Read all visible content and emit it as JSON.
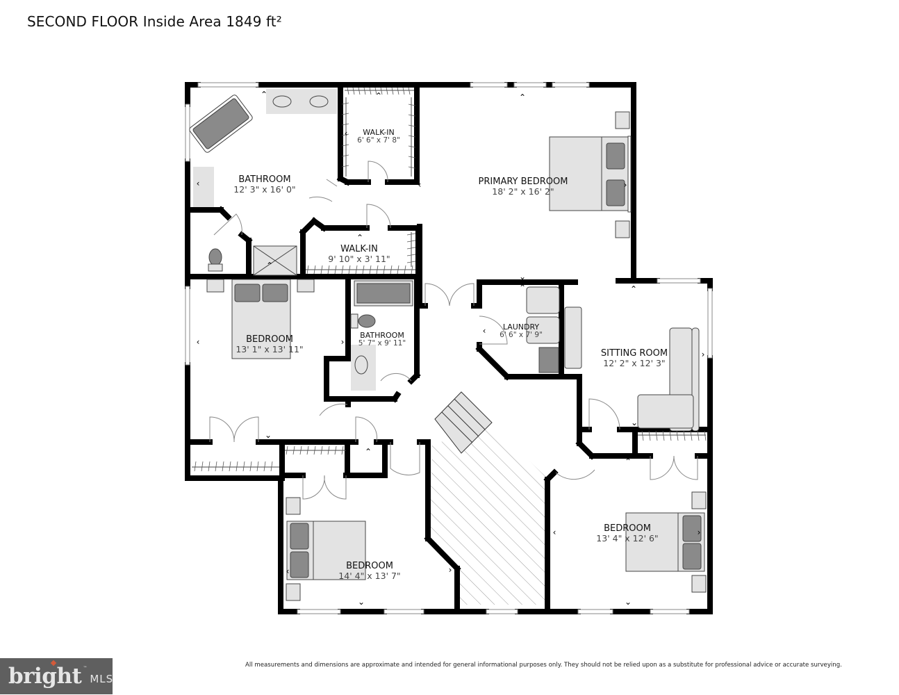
{
  "header": {
    "title": "SECOND FLOOR Inside Area 1849 ft²"
  },
  "rooms": [
    {
      "id": "bathroom-primary",
      "name": "BATHROOM",
      "dimensions": "12' 3\" x 16' 0\""
    },
    {
      "id": "walk-in-1",
      "name": "WALK-IN",
      "dimensions": "6' 6\" x 7' 8\""
    },
    {
      "id": "primary-bedroom",
      "name": "PRIMARY BEDROOM",
      "dimensions": "18' 2\" x 16' 2\""
    },
    {
      "id": "walk-in-2",
      "name": "WALK-IN",
      "dimensions": "9' 10\" x 3' 11\""
    },
    {
      "id": "bedroom-1",
      "name": "BEDROOM",
      "dimensions": "13' 1\" x 13' 11\""
    },
    {
      "id": "bathroom-2",
      "name": "BATHROOM",
      "dimensions": "5' 7\" x 9' 11\""
    },
    {
      "id": "laundry",
      "name": "LAUNDRY",
      "dimensions": "6' 6\" x 7' 9\""
    },
    {
      "id": "sitting-room",
      "name": "SITTING ROOM",
      "dimensions": "12' 2\" x 12' 3\""
    },
    {
      "id": "bedroom-2",
      "name": "BEDROOM",
      "dimensions": "14' 4\" x 13' 7\""
    },
    {
      "id": "bedroom-3",
      "name": "BEDROOM",
      "dimensions": "13' 4\" x 12' 6\""
    }
  ],
  "colors": {
    "wall": "#000000",
    "fixture_fill": "#e3e3e3",
    "fixture_dark": "#8a8a8a",
    "hatch": "#9a9a9a",
    "logo_bg": "#5f5f5f",
    "logo_accent": "#d35a3a"
  },
  "footer": {
    "logo": {
      "word": "bright",
      "tm": "™",
      "suffix": "MLS"
    },
    "disclaimer": "All measurements and dimensions are approximate and intended for general informational purposes only. They should not be relied upon as a substitute for professional advice or accurate surveying."
  }
}
